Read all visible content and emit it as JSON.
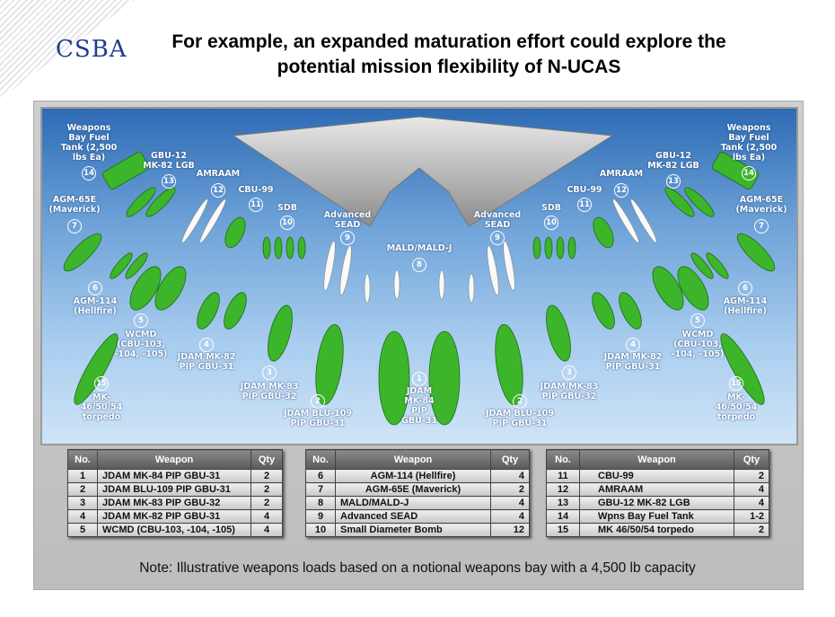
{
  "header": {
    "logo": "CSBA",
    "title_line1": "For example, an expanded maturation effort could explore the",
    "title_line2": "potential mission flexibility of N-UCAS"
  },
  "labels": {
    "fuel_tank": "Weapons\nBay Fuel\nTank (2,500\nlbs Ea)",
    "gbu12": "GBU-12\nMK-82 LGB",
    "amraam": "AMRAAM",
    "cbu99": "CBU-99",
    "sdb": "SDB",
    "sead": "Advanced\nSEAD",
    "mald": "MALD/MALD-J",
    "agm65": "AGM-65E\n(Maverick)",
    "agm114": "AGM-114\n(Hellfire)",
    "wcmd": "WCMD\n(CBU-103,\n-104, -105)",
    "mk82": "JDAM MK-82\nPIP GBU-31",
    "mk83": "JDAM MK-83\nPIP GBU-32",
    "blu109": "JDAM BLU-109\nPIP GBU-31",
    "mk84": "JDAM\nMK-84\nPIP\nGBU-31",
    "torpedo": "MK-\n46/50/54\ntorpedo"
  },
  "nums": [
    "1",
    "2",
    "3",
    "4",
    "5",
    "6",
    "7",
    "8",
    "9",
    "10",
    "11",
    "12",
    "13",
    "14",
    "15"
  ],
  "table": {
    "headers": {
      "no": "No.",
      "weapon": "Weapon",
      "qty": "Qty"
    },
    "rows": [
      [
        "1",
        "JDAM MK-84 PIP GBU-31",
        "2"
      ],
      [
        "2",
        "JDAM BLU-109 PIP GBU-31",
        "2"
      ],
      [
        "3",
        "JDAM MK-83 PIP GBU-32",
        "2"
      ],
      [
        "4",
        "JDAM MK-82 PIP GBU-31",
        "4"
      ],
      [
        "5",
        "WCMD (CBU-103, -104, -105)",
        "4"
      ],
      [
        "6",
        "AGM-114 (Hellfire)",
        "4"
      ],
      [
        "7",
        "AGM-65E (Maverick)",
        "2"
      ],
      [
        "8",
        "MALD/MALD-J",
        "4"
      ],
      [
        "9",
        "Advanced SEAD",
        "4"
      ],
      [
        "10",
        "Small Diameter Bomb",
        "12"
      ],
      [
        "11",
        "CBU-99",
        "2"
      ],
      [
        "12",
        "AMRAAM",
        "4"
      ],
      [
        "13",
        "GBU-12 MK-82 LGB",
        "4"
      ],
      [
        "14",
        "Wpns Bay Fuel Tank",
        "1-2"
      ],
      [
        "15",
        "MK 46/50/54 torpedo",
        "2"
      ]
    ]
  },
  "note": "Note: Illustrative weapons loads based on a notional weapons bay with a 4,500 lb capacity",
  "colors": {
    "weapon_green": "#3cb52a",
    "sky_top": "#2d6bb5",
    "logo": "#1f3c8c"
  }
}
